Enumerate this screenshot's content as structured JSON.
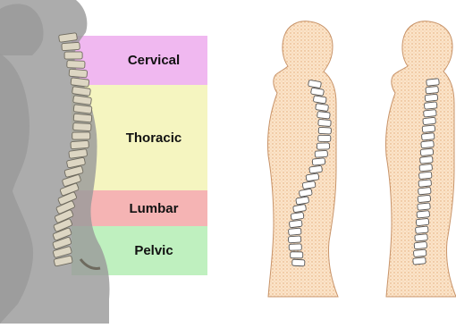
{
  "regions": [
    {
      "label": "Cervical",
      "color": "#f0b8f0"
    },
    {
      "label": "Thoracic",
      "color": "#f5f5c0"
    },
    {
      "label": "Lumbar",
      "color": "#f5b4b4"
    },
    {
      "label": "Pelvic",
      "color": "#bff0bf"
    }
  ],
  "colors": {
    "silhouette": "#9a9a9a",
    "bone": "#ddd6c3",
    "bone_outline": "#6e6a5e",
    "body_fill": "#fbe2c6",
    "body_outline": "#c8946a"
  },
  "figures": [
    {
      "name": "left-body-figure"
    },
    {
      "name": "middle-body-figure"
    },
    {
      "name": "right-body-figure"
    }
  ]
}
